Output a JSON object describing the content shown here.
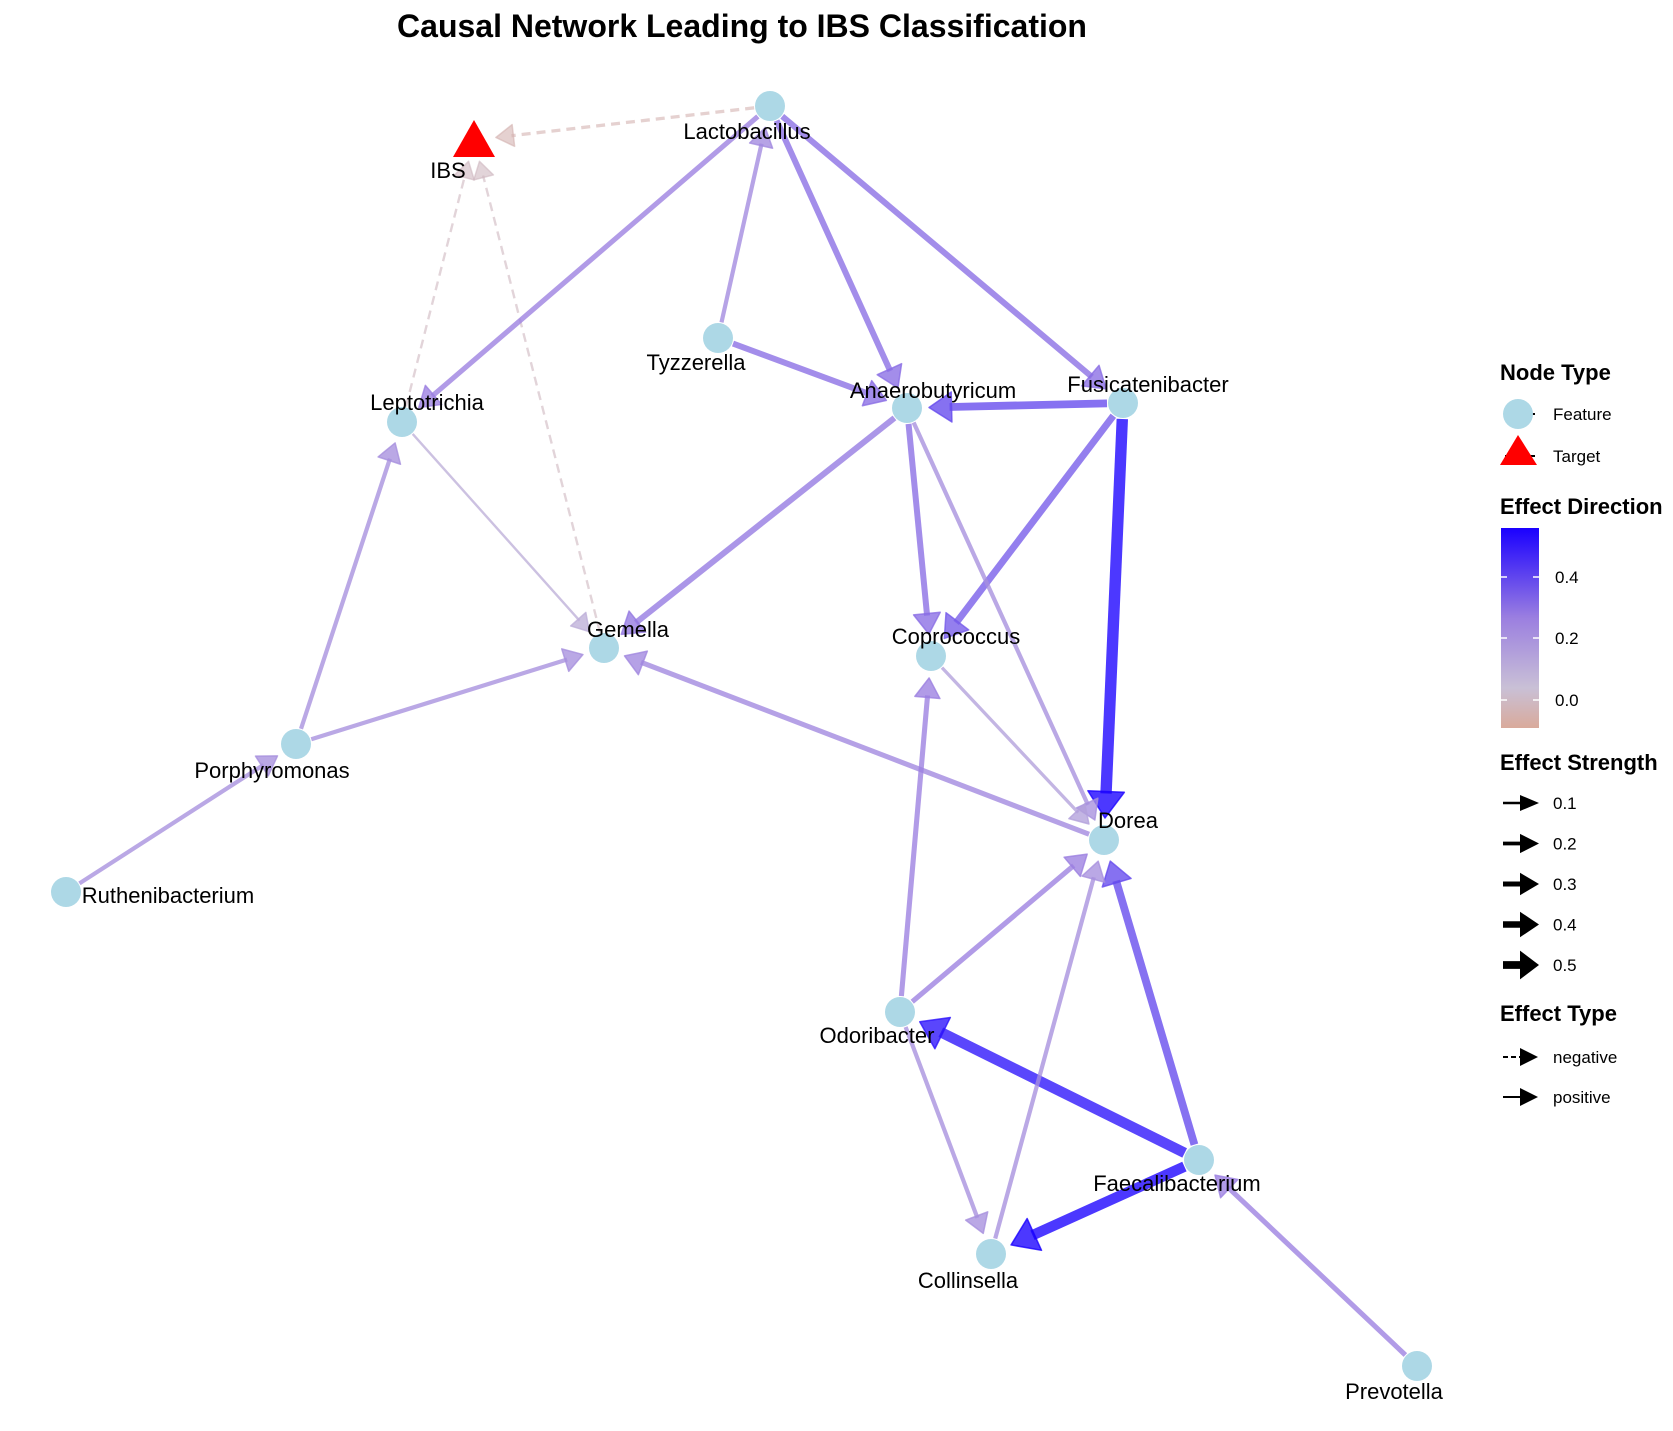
{
  "title": "Causal Network Leading to IBS Classification",
  "colors": {
    "feature_node": "#add8e6",
    "target_node": "#ff0000",
    "effect_high": "#1a00ff",
    "effect_mid": "#9b7fe0",
    "effect_zero": "#c9c0d6",
    "effect_low": "#d9aa9b"
  },
  "nodes": [
    {
      "id": "IBS",
      "label": "IBS",
      "type": "Target"
    },
    {
      "id": "Lactobacillus",
      "label": "Lactobacillus",
      "type": "Feature"
    },
    {
      "id": "Tyzzerella",
      "label": "Tyzzerella",
      "type": "Feature"
    },
    {
      "id": "Anaerobutyricum",
      "label": "Anaerobutyricum",
      "type": "Feature"
    },
    {
      "id": "Fusicatenibacter",
      "label": "Fusicatenibacter",
      "type": "Feature"
    },
    {
      "id": "Leptotrichia",
      "label": "Leptotrichia",
      "type": "Feature"
    },
    {
      "id": "Gemella",
      "label": "Gemella",
      "type": "Feature"
    },
    {
      "id": "Coprococcus",
      "label": "Coprococcus",
      "type": "Feature"
    },
    {
      "id": "Porphyromonas",
      "label": "Porphyromonas",
      "type": "Feature"
    },
    {
      "id": "Ruthenibacterium",
      "label": "Ruthenibacterium",
      "type": "Feature"
    },
    {
      "id": "Dorea",
      "label": "Dorea",
      "type": "Feature"
    },
    {
      "id": "Odoribacter",
      "label": "Odoribacter",
      "type": "Feature"
    },
    {
      "id": "Faecalibacterium",
      "label": "Faecalibacterium",
      "type": "Feature"
    },
    {
      "id": "Collinsella",
      "label": "Collinsella",
      "type": "Feature"
    },
    {
      "id": "Prevotella",
      "label": "Prevotella",
      "type": "Feature"
    }
  ],
  "edges": [
    {
      "from": "Lactobacillus",
      "to": "IBS",
      "type": "negative",
      "strength": 0.1,
      "direction": -0.05
    },
    {
      "from": "Leptotrichia",
      "to": "IBS",
      "type": "negative",
      "strength": 0.05,
      "direction": -0.03
    },
    {
      "from": "Gemella",
      "to": "IBS",
      "type": "negative",
      "strength": 0.05,
      "direction": -0.03
    },
    {
      "from": "Lactobacillus",
      "to": "Leptotrichia",
      "type": "positive",
      "strength": 0.2,
      "direction": 0.2
    },
    {
      "from": "Tyzzerella",
      "to": "Lactobacillus",
      "type": "positive",
      "strength": 0.15,
      "direction": 0.17
    },
    {
      "from": "Lactobacillus",
      "to": "Anaerobutyricum",
      "type": "positive",
      "strength": 0.25,
      "direction": 0.25
    },
    {
      "from": "Lactobacillus",
      "to": "Fusicatenibacter",
      "type": "positive",
      "strength": 0.25,
      "direction": 0.25
    },
    {
      "from": "Tyzzerella",
      "to": "Anaerobutyricum",
      "type": "positive",
      "strength": 0.25,
      "direction": 0.25
    },
    {
      "from": "Fusicatenibacter",
      "to": "Anaerobutyricum",
      "type": "positive",
      "strength": 0.35,
      "direction": 0.35
    },
    {
      "from": "Fusicatenibacter",
      "to": "Dorea",
      "type": "positive",
      "strength": 0.55,
      "direction": 0.55
    },
    {
      "from": "Fusicatenibacter",
      "to": "Coprococcus",
      "type": "positive",
      "strength": 0.3,
      "direction": 0.3
    },
    {
      "from": "Anaerobutyricum",
      "to": "Gemella",
      "type": "positive",
      "strength": 0.25,
      "direction": 0.22
    },
    {
      "from": "Anaerobutyricum",
      "to": "Coprococcus",
      "type": "positive",
      "strength": 0.25,
      "direction": 0.25
    },
    {
      "from": "Anaerobutyricum",
      "to": "Dorea",
      "type": "positive",
      "strength": 0.15,
      "direction": 0.15
    },
    {
      "from": "Leptotrichia",
      "to": "Gemella",
      "type": "positive",
      "strength": 0.05,
      "direction": 0.05
    },
    {
      "from": "Porphyromonas",
      "to": "Leptotrichia",
      "type": "positive",
      "strength": 0.15,
      "direction": 0.15
    },
    {
      "from": "Porphyromonas",
      "to": "Gemella",
      "type": "positive",
      "strength": 0.15,
      "direction": 0.15
    },
    {
      "from": "Ruthenibacterium",
      "to": "Porphyromonas",
      "type": "positive",
      "strength": 0.15,
      "direction": 0.15
    },
    {
      "from": "Dorea",
      "to": "Gemella",
      "type": "positive",
      "strength": 0.2,
      "direction": 0.18
    },
    {
      "from": "Coprococcus",
      "to": "Dorea",
      "type": "positive",
      "strength": 0.1,
      "direction": 0.1
    },
    {
      "from": "Odoribacter",
      "to": "Coprococcus",
      "type": "positive",
      "strength": 0.2,
      "direction": 0.2
    },
    {
      "from": "Odoribacter",
      "to": "Dorea",
      "type": "positive",
      "strength": 0.2,
      "direction": 0.2
    },
    {
      "from": "Faecalibacterium",
      "to": "Odoribacter",
      "type": "positive",
      "strength": 0.5,
      "direction": 0.5
    },
    {
      "from": "Faecalibacterium",
      "to": "Dorea",
      "type": "positive",
      "strength": 0.35,
      "direction": 0.35
    },
    {
      "from": "Faecalibacterium",
      "to": "Collinsella",
      "type": "positive",
      "strength": 0.5,
      "direction": 0.55
    },
    {
      "from": "Odoribacter",
      "to": "Collinsella",
      "type": "positive",
      "strength": 0.15,
      "direction": 0.15
    },
    {
      "from": "Collinsella",
      "to": "Dorea",
      "type": "positive",
      "strength": 0.15,
      "direction": 0.15
    },
    {
      "from": "Prevotella",
      "to": "Faecalibacterium",
      "type": "positive",
      "strength": 0.2,
      "direction": 0.2
    }
  ],
  "legend": {
    "node_type": {
      "title": "Node Type",
      "items": [
        {
          "label": "Feature",
          "shape": "circle"
        },
        {
          "label": "Target",
          "shape": "triangle"
        }
      ]
    },
    "effect_direction": {
      "title": "Effect Direction",
      "ticks": [
        "0.4",
        "0.2",
        "0.0"
      ]
    },
    "effect_strength": {
      "title": "Effect Strength",
      "items": [
        "0.1",
        "0.2",
        "0.3",
        "0.4",
        "0.5"
      ]
    },
    "effect_type": {
      "title": "Effect Type",
      "items": [
        "negative",
        "positive"
      ]
    }
  }
}
